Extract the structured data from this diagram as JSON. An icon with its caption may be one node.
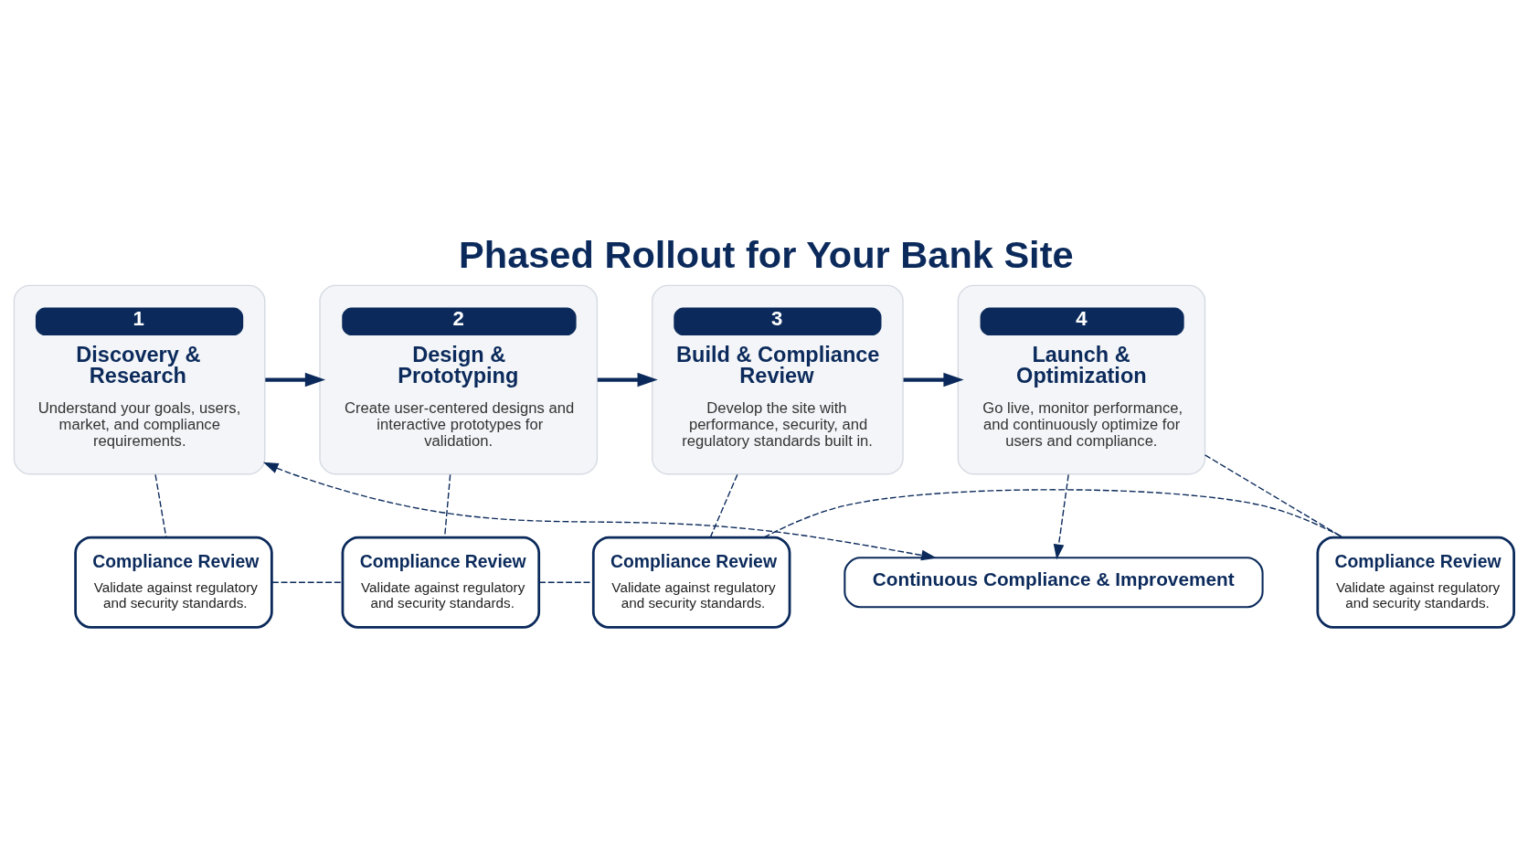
{
  "diagram": {
    "title": "Phased Rollout for Your Bank Site",
    "nodes": [
      {
        "text": [
          "1",
          "Discovery & Research",
          "Understand your goals, users, market, and compliance requirements."
        ]
      },
      {
        "text": [
          "2",
          "Design & Prototyping",
          "Create user-centered designs and interactive prototypes for validation."
        ]
      },
      {
        "text": [
          "3",
          "Build & Compliance Review",
          "Develop the site with performance, security, and regulatory standards built in."
        ]
      },
      {
        "text": [
          "4",
          "Launch & Optimization",
          "Go live, monitor performance, and continuously optimize for users and compliance."
        ]
      },
      {
        "text": [
          "Compliance Review",
          "Validate against regulatory and security standards."
        ]
      },
      {
        "text": [
          "Compliance Review",
          "Validate against regulatory and security standards."
        ]
      },
      {
        "text": [
          "Compliance Review",
          "Validate against regulatory and security standards."
        ]
      },
      {
        "text": [
          "Compliance Review",
          "Validate against regulatory and security standards."
        ]
      },
      {
        "text": [
          "Continuous Compliance & Improvement"
        ]
      }
    ],
    "edges": [
      {
        "from": 0,
        "to": 1,
        "arrow": "to",
        "style": "thick"
      },
      {
        "from": 1,
        "to": 2,
        "arrow": "to",
        "style": "thick"
      },
      {
        "from": 2,
        "to": 3,
        "arrow": "to",
        "style": "thick"
      },
      {
        "from": 0,
        "to": 4,
        "arrow": "none",
        "style": "dashed"
      },
      {
        "from": 1,
        "to": 5,
        "arrow": "none",
        "style": "dashed"
      },
      {
        "from": 2,
        "to": 6,
        "arrow": "none",
        "style": "dashed"
      },
      {
        "from": 3,
        "to": 7,
        "arrow": "none",
        "style": "dashed"
      },
      {
        "from": 4,
        "to": 5,
        "arrow": "none",
        "style": "dashed"
      },
      {
        "from": 5,
        "to": 6,
        "arrow": "none",
        "style": "dashed"
      },
      {
        "from": 6,
        "to": 7,
        "arrow": "none",
        "style": "dashed"
      },
      {
        "from": 3,
        "to": 8,
        "arrow": "to",
        "style": "dashed"
      },
      {
        "from": 8,
        "to": 0,
        "arrow": "both",
        "style": "dashed"
      }
    ]
  }
}
